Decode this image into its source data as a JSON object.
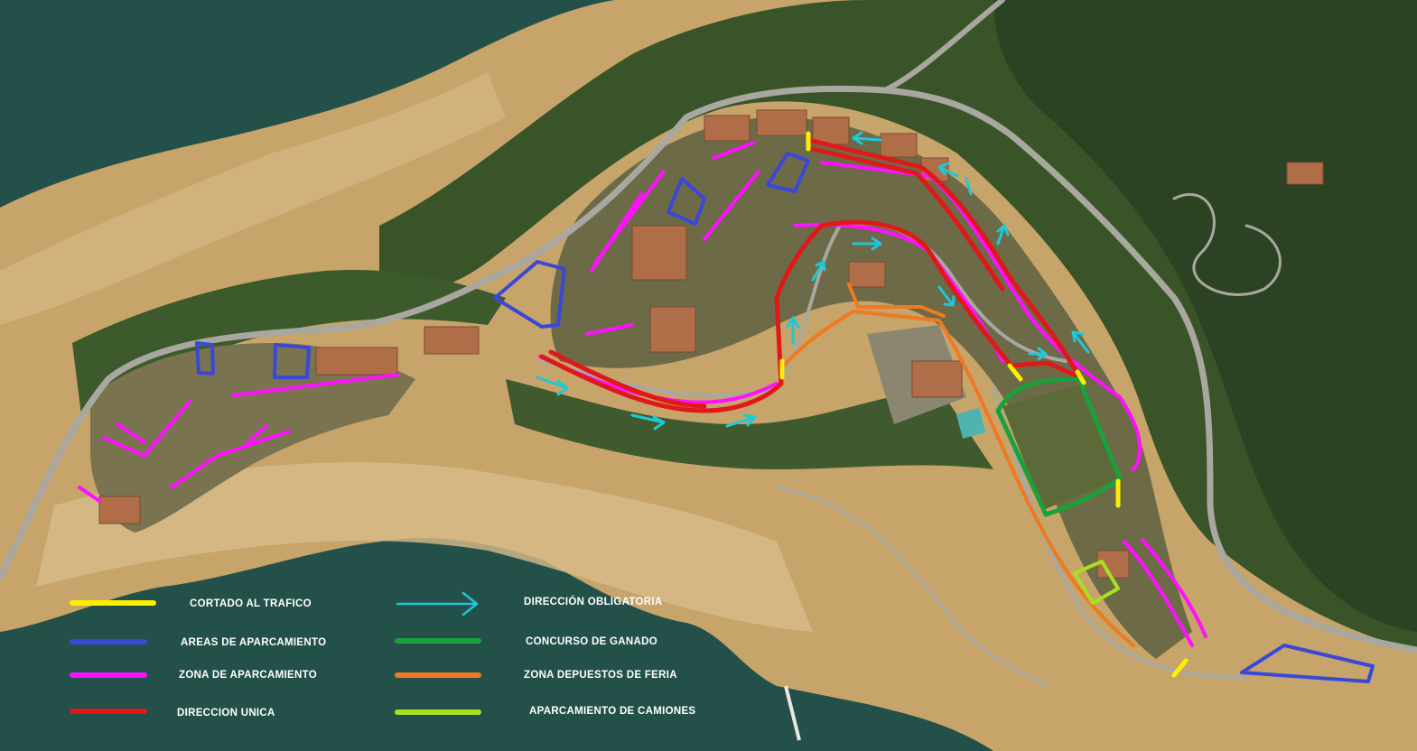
{
  "legend": {
    "left": [
      {
        "label": "CORTADO AL TRAFICO",
        "color": "#ffee00",
        "kind": "line"
      },
      {
        "label": "AREAS DE APARCAMIENTO",
        "color": "#3a48d8",
        "kind": "line"
      },
      {
        "label": "ZONA DE APARCAMIENTO",
        "color": "#ff10ff",
        "kind": "line"
      },
      {
        "label": "DIRECCION UNICA",
        "color": "#e01818",
        "kind": "line"
      }
    ],
    "right": [
      {
        "label": "DIRECCIÓN OBLIGATORIA",
        "color": "#1ec8d8",
        "kind": "arrow"
      },
      {
        "label": "CONCURSO DE GANADO",
        "color": "#1aa23a",
        "kind": "line"
      },
      {
        "label": "ZONA DEPUESTOS DE FERIA",
        "color": "#f07a20",
        "kind": "line"
      },
      {
        "label": "APARCAMIENTO DE CAMIONES",
        "color": "#a8e020",
        "kind": "line"
      }
    ]
  },
  "colors": {
    "water": "#24504a",
    "water_light": "#2f6b60",
    "shore": "#c8a66a",
    "forest": "#36502a",
    "forest_dark": "#27401f",
    "road": "#a8a8a0",
    "buildings": "#b06e48"
  }
}
